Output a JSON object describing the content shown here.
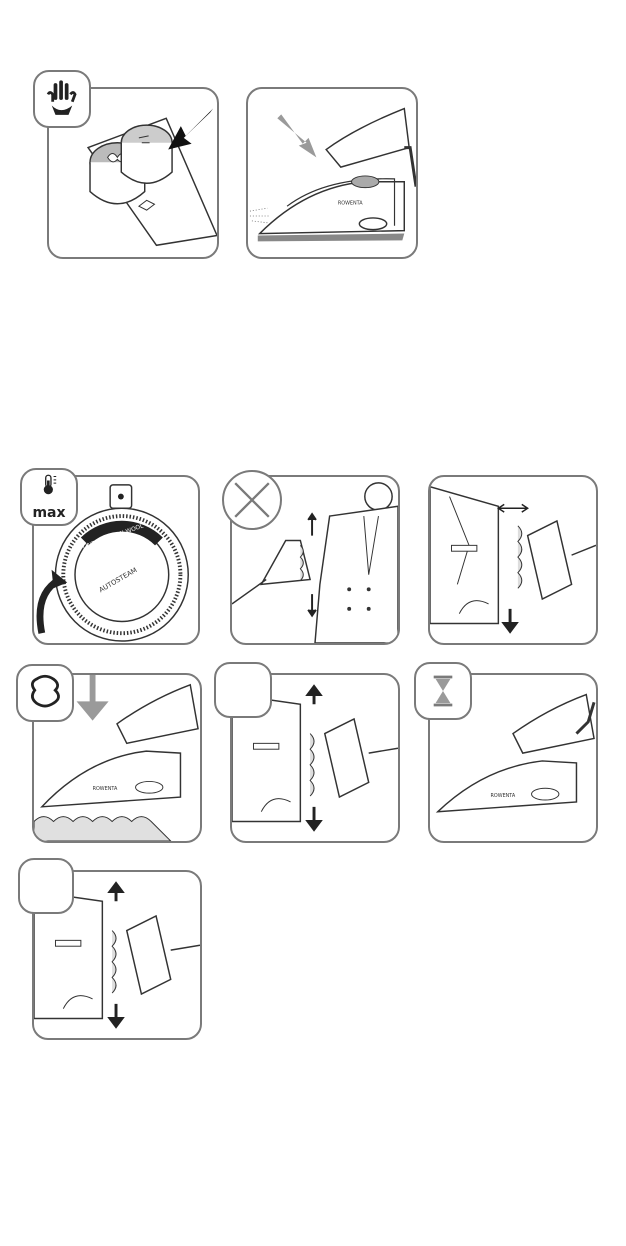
{
  "badges": {
    "temperature_label": "max"
  },
  "dial": {
    "settings_dark": "LINEN COTTON WOOL",
    "center_label": "AUTOSTEAM",
    "outer_left": "MIN",
    "outer_right": "MAX"
  },
  "colors": {
    "stroke": "#7a7a7a",
    "ink": "#222222",
    "grey_arrow": "#9a9a9a",
    "steam_fill": "#d9d9d9"
  }
}
